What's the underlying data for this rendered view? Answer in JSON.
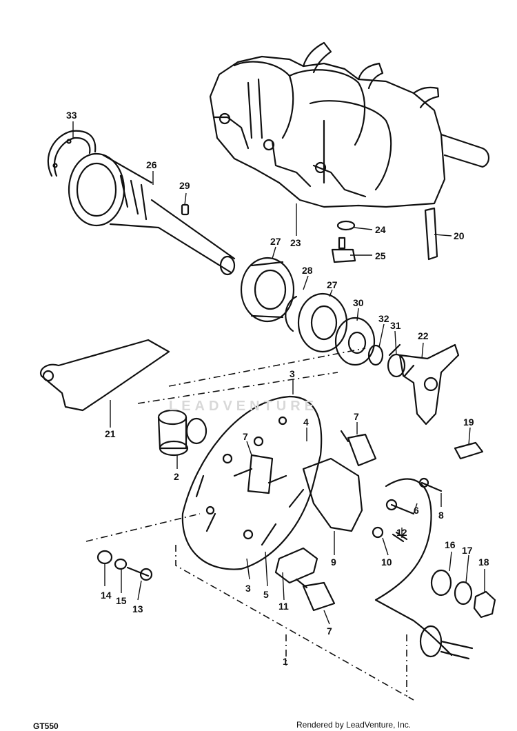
{
  "watermark": "LEADVENTURE",
  "footer": {
    "model": "GT550",
    "credit": "Rendered by LeadVenture, Inc."
  },
  "callouts": {
    "c33": "33",
    "c26": "26",
    "c29": "29",
    "c23": "23",
    "c24": "24",
    "c25": "25",
    "c20": "20",
    "c27a": "27",
    "c28": "28",
    "c27b": "27",
    "c30": "30",
    "c32": "32",
    "c31": "31",
    "c22": "22",
    "c21": "21",
    "c3a": "3",
    "c4": "4",
    "c7a": "7",
    "c7b": "7",
    "c19": "19",
    "c2": "2",
    "c8": "8",
    "c6": "6",
    "c12": "12",
    "c10": "10",
    "c9": "9",
    "c16": "16",
    "c17": "17",
    "c18": "18",
    "c14": "14",
    "c15": "15",
    "c13": "13",
    "c3b": "3",
    "c5": "5",
    "c11": "11",
    "c7c": "7",
    "c1": "1"
  }
}
